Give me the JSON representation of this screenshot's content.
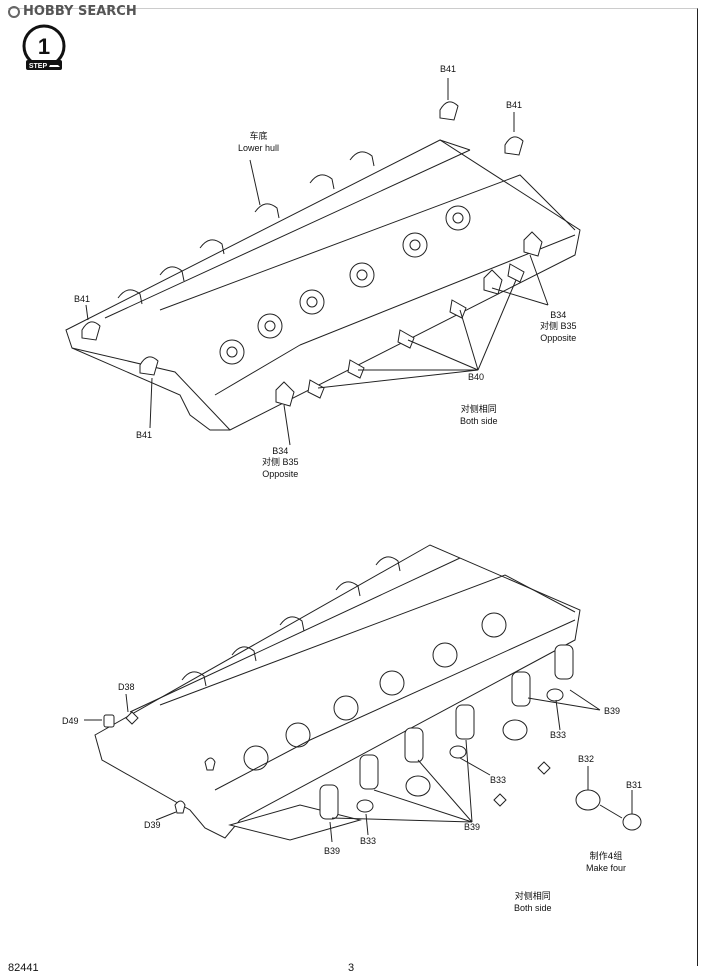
{
  "watermark": {
    "text": "HOBBY SEARCH"
  },
  "step": {
    "number": "1",
    "label": "STEP"
  },
  "upper": {
    "lower_hull_zh": "车底",
    "lower_hull_en": "Lower hull",
    "b41_a": "B41",
    "b41_b": "B41",
    "b41_c": "B41",
    "b41_d": "B41",
    "b34_right": "B34",
    "b35_right_zh": "对侧",
    "b35_right": "B35",
    "opposite_right": "Opposite",
    "b40": "B40",
    "both_side_zh": "对侧相同",
    "both_side_en": "Both side",
    "b34_left": "B34",
    "b35_left_zh": "对侧",
    "b35_left": "B35",
    "opposite_left": "Opposite"
  },
  "lower": {
    "d38": "D38",
    "d49": "D49",
    "d39": "D39",
    "b39_right": "B39",
    "b33_right": "B33",
    "b33_mid": "B33",
    "b39_mid": "B39",
    "b33_low": "B33",
    "b39_low": "B39",
    "b32": "B32",
    "b31": "B31",
    "make_four_zh": "制作4组",
    "make_four_en": "Make four",
    "both_side_zh": "对侧相同",
    "both_side_en": "Both side"
  },
  "footer": {
    "code": "82441",
    "page": "3"
  }
}
